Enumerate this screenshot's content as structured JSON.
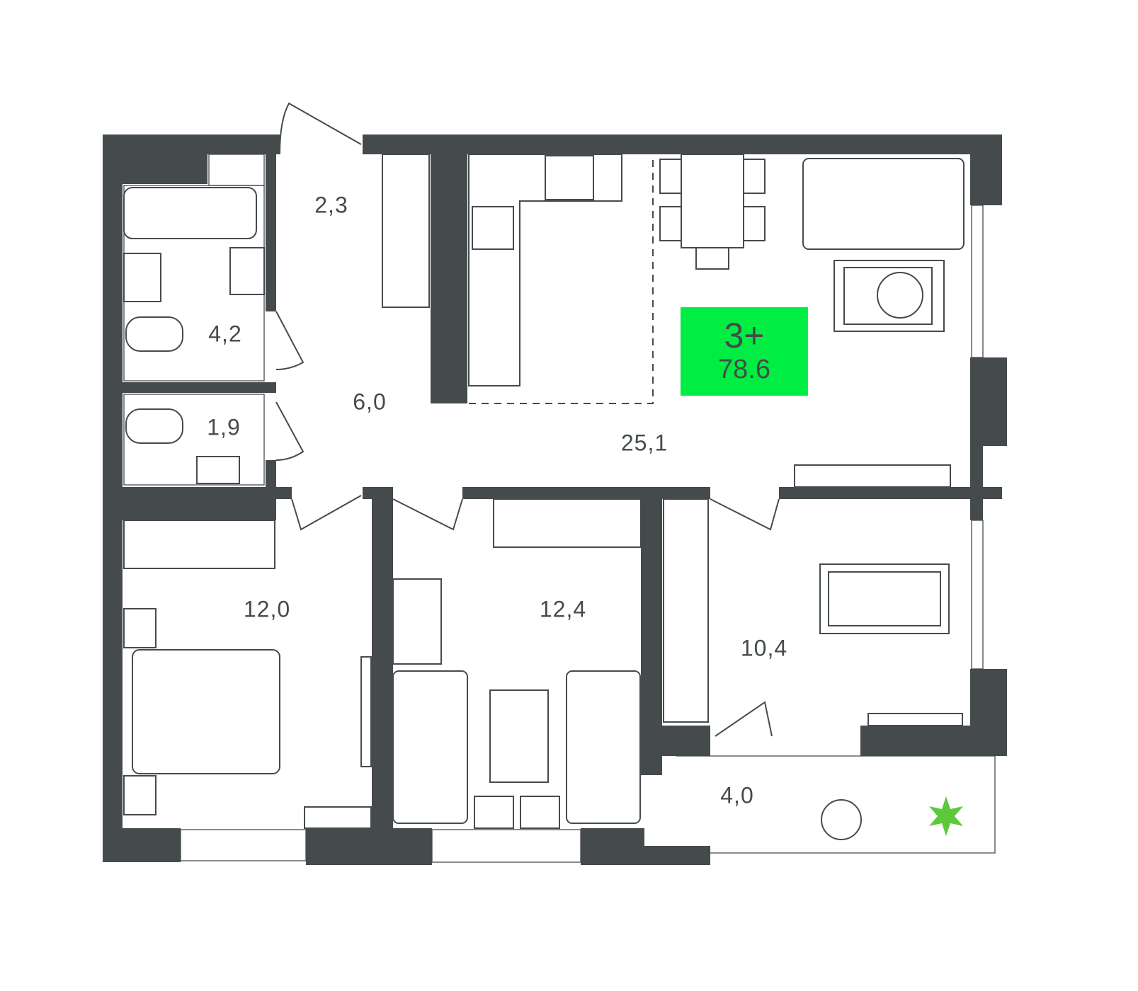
{
  "plan": {
    "rooms_label": "3+",
    "total_area": "78.6",
    "badge_color": "#00ee44",
    "wall_color": "#454b4c",
    "areas": {
      "vestibule": "2,3",
      "bathroom": "4,2",
      "hall": "6,0",
      "toilet": "1,9",
      "living_kitchen": "25,1",
      "bedroom_1": "12,0",
      "bedroom_2": "12,4",
      "bedroom_3": "10,4",
      "balcony": "4,0"
    }
  }
}
